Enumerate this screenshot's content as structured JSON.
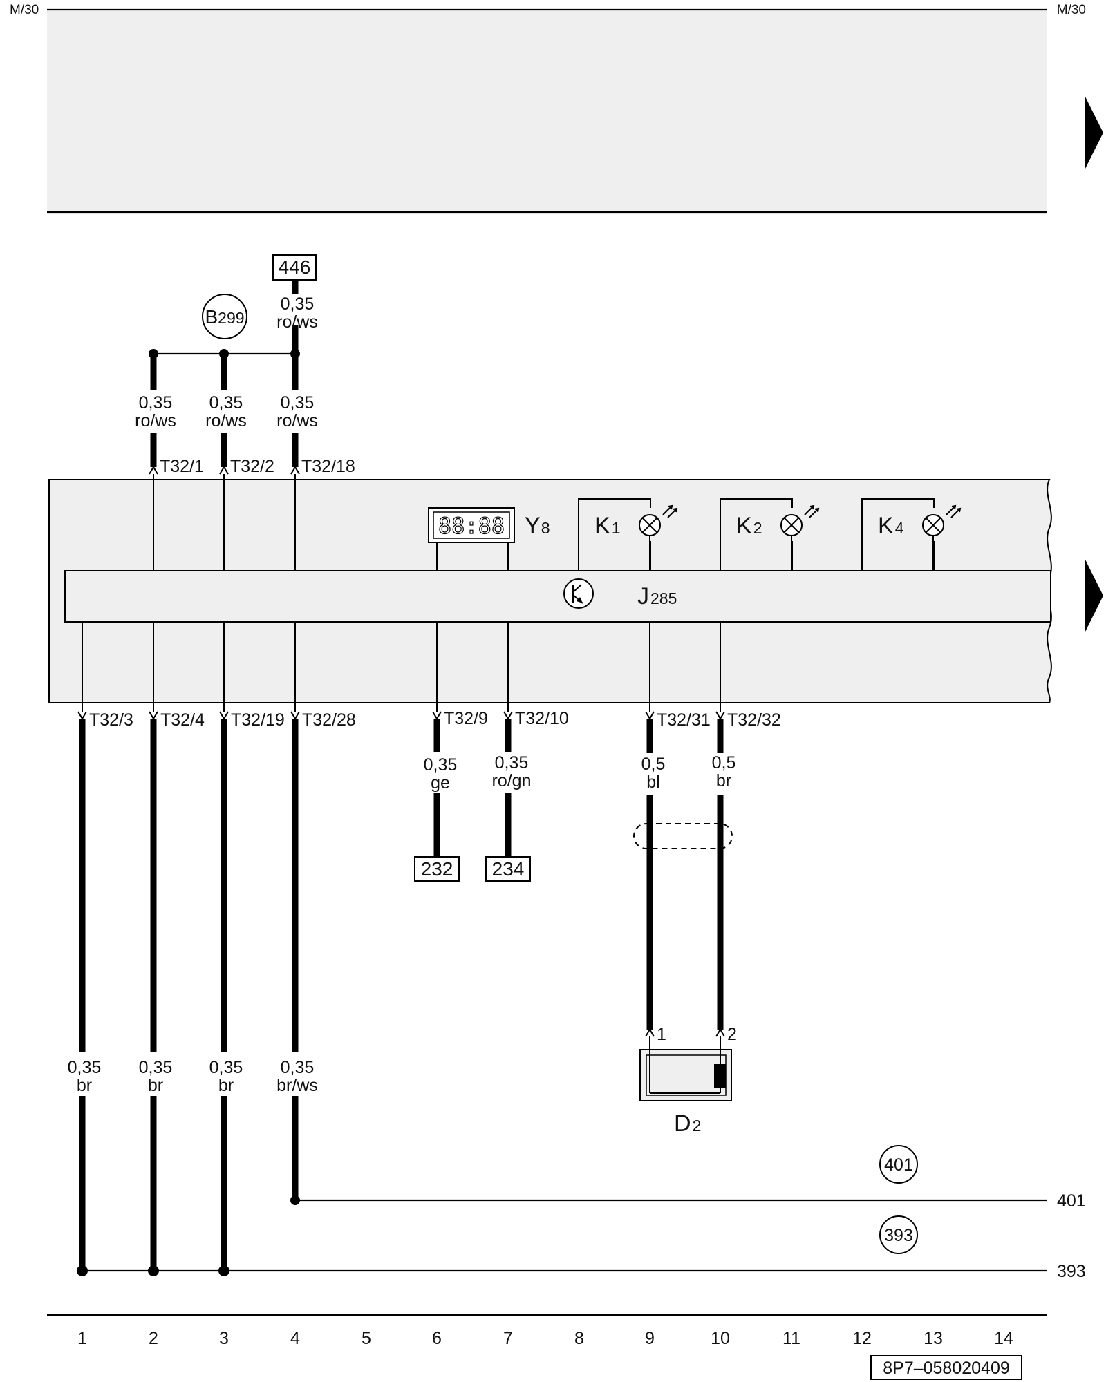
{
  "corner": {
    "left": "M/30",
    "right": "M/30"
  },
  "refs": {
    "top": "446",
    "bottom_left": "232",
    "bottom_right": "234"
  },
  "component": {
    "B299": {
      "main": "B",
      "sub": "299"
    },
    "Y8": {
      "main": "Y",
      "sub": "8"
    },
    "K1": {
      "main": "K",
      "sub": "1"
    },
    "K2": {
      "main": "K",
      "sub": "2"
    },
    "K4": {
      "main": "K",
      "sub": "4"
    },
    "J285": {
      "main": "J",
      "sub": "285"
    },
    "D2": {
      "main": "D",
      "sub": "2"
    }
  },
  "clock_display": "88:88",
  "wires": {
    "top": [
      {
        "size": "0,35",
        "color": "ro/ws"
      },
      {
        "size": "0,35",
        "color": "ro/ws"
      },
      {
        "size": "0,35",
        "color": "ro/ws"
      },
      {
        "size": "0,35",
        "color": "ro/ws"
      }
    ],
    "mid": [
      {
        "size": "0,35",
        "color": "ge"
      },
      {
        "size": "0,35",
        "color": "ro/gn"
      },
      {
        "size": "0,5",
        "color": "bl"
      },
      {
        "size": "0,5",
        "color": "br"
      }
    ],
    "bottom": [
      {
        "size": "0,35",
        "color": "br"
      },
      {
        "size": "0,35",
        "color": "br"
      },
      {
        "size": "0,35",
        "color": "br"
      },
      {
        "size": "0,35",
        "color": "br/ws"
      }
    ]
  },
  "pins": {
    "top": [
      "T32/1",
      "T32/2",
      "T32/18"
    ],
    "bottom": [
      "T32/3",
      "T32/4",
      "T32/19",
      "T32/28",
      "T32/9",
      "T32/10",
      "T32/31",
      "T32/32"
    ],
    "d2": [
      "1",
      "2"
    ]
  },
  "grounds": {
    "g401": "401",
    "g393": "393",
    "line401": "401",
    "line393": "393"
  },
  "ruler": [
    "1",
    "2",
    "3",
    "4",
    "5",
    "6",
    "7",
    "8",
    "9",
    "10",
    "11",
    "12",
    "13",
    "14"
  ],
  "doc_code": "8P7–058020409"
}
